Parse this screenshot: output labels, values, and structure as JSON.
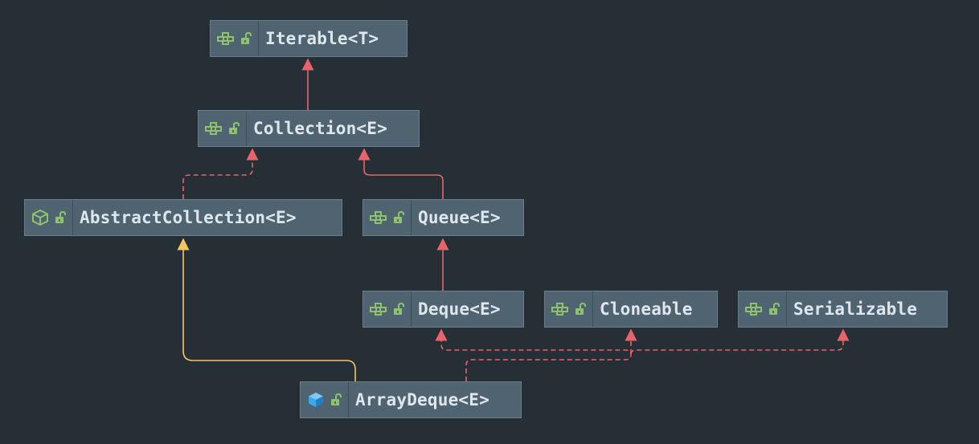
{
  "colors": {
    "background": "#272f36",
    "node_fill": "#4f6470",
    "interface_icon": "#8ec26c",
    "class_icon_abstract": "#8ec26c",
    "class_icon_concrete": "#3fa9e6",
    "implements_edge": "#e8646c",
    "extends_edge": "#f5c65b"
  },
  "diagram": {
    "nodes": [
      {
        "id": "iterable",
        "label": "Iterable<T>",
        "kind": "interface"
      },
      {
        "id": "collection",
        "label": "Collection<E>",
        "kind": "interface"
      },
      {
        "id": "abstractcollection",
        "label": "AbstractCollection<E>",
        "kind": "abstract-class"
      },
      {
        "id": "queue",
        "label": "Queue<E>",
        "kind": "interface"
      },
      {
        "id": "deque",
        "label": "Deque<E>",
        "kind": "interface"
      },
      {
        "id": "cloneable",
        "label": "Cloneable",
        "kind": "interface"
      },
      {
        "id": "serializable",
        "label": "Serializable",
        "kind": "interface"
      },
      {
        "id": "arraydeque",
        "label": "ArrayDeque<E>",
        "kind": "class"
      }
    ],
    "edges": [
      {
        "from": "collection",
        "to": "iterable",
        "type": "extends-interface",
        "style": "solid"
      },
      {
        "from": "abstractcollection",
        "to": "collection",
        "type": "implements",
        "style": "dashed"
      },
      {
        "from": "queue",
        "to": "collection",
        "type": "extends-interface",
        "style": "solid"
      },
      {
        "from": "deque",
        "to": "queue",
        "type": "extends-interface",
        "style": "solid"
      },
      {
        "from": "arraydeque",
        "to": "abstractcollection",
        "type": "extends",
        "style": "solid"
      },
      {
        "from": "arraydeque",
        "to": "deque",
        "type": "implements",
        "style": "dashed"
      },
      {
        "from": "arraydeque",
        "to": "cloneable",
        "type": "implements",
        "style": "dashed"
      },
      {
        "from": "arraydeque",
        "to": "serializable",
        "type": "implements",
        "style": "dashed"
      }
    ]
  }
}
